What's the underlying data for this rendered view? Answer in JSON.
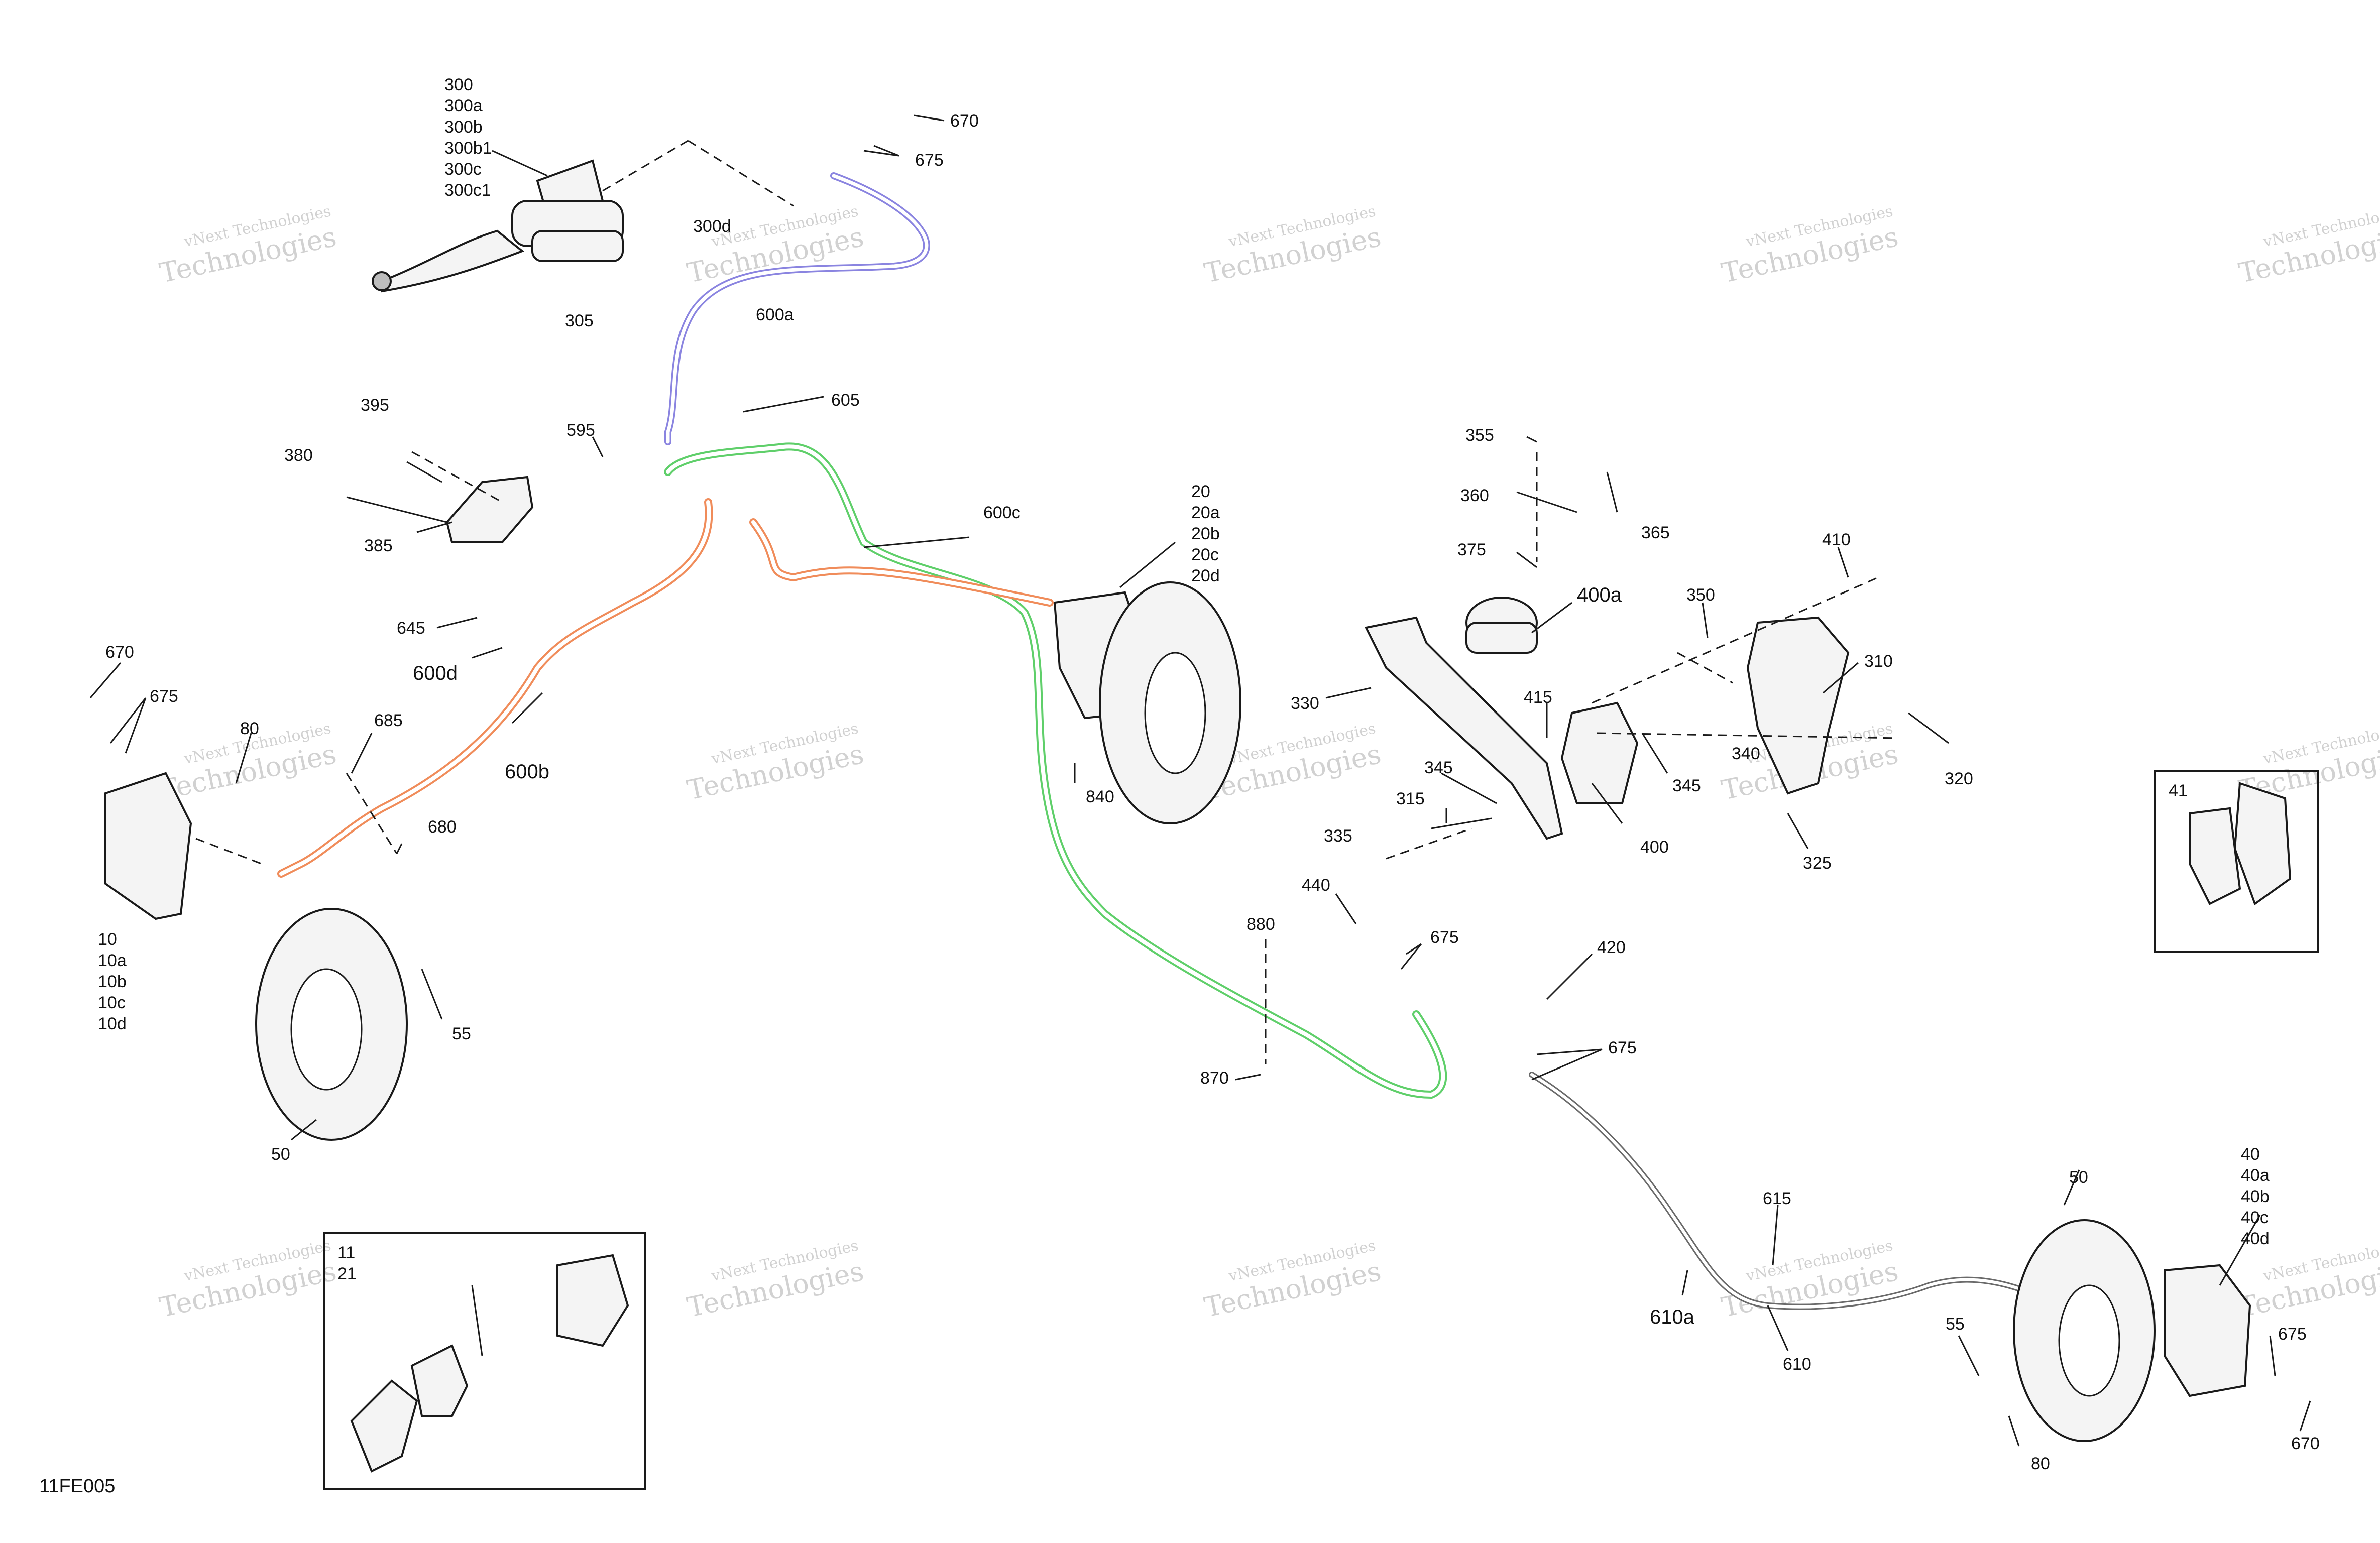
{
  "diagram_id": "11FE005",
  "watermark": {
    "line1": "vNext Technologies",
    "line2": "vNext",
    "line3": "Technologies"
  },
  "colors": {
    "purple_line": "#8a84e0",
    "green_line": "#5fcf6a",
    "orange_line": "#f08c5a",
    "grey_line": "#6a6a6a"
  },
  "callouts": [
    "300",
    "300a",
    "300b",
    "300b1",
    "300c",
    "300c1",
    "300d",
    "305",
    "670",
    "675",
    "600a",
    "605",
    "595",
    "395",
    "380",
    "385",
    "20",
    "20a",
    "20b",
    "20c",
    "20d",
    "600c",
    "645",
    "600d",
    "600b",
    "670",
    "675",
    "80",
    "685",
    "680",
    "10",
    "10a",
    "10b",
    "10c",
    "10d",
    "55",
    "50",
    "840",
    "355",
    "360",
    "365",
    "375",
    "400a",
    "410",
    "350",
    "310",
    "330",
    "415",
    "345",
    "340",
    "345",
    "320",
    "315",
    "335",
    "400",
    "325",
    "41",
    "440",
    "880",
    "675",
    "420",
    "675",
    "870",
    "615",
    "610a",
    "610",
    "50",
    "40",
    "40a",
    "40b",
    "40c",
    "40d",
    "675",
    "55",
    "80",
    "670",
    "11",
    "21"
  ]
}
